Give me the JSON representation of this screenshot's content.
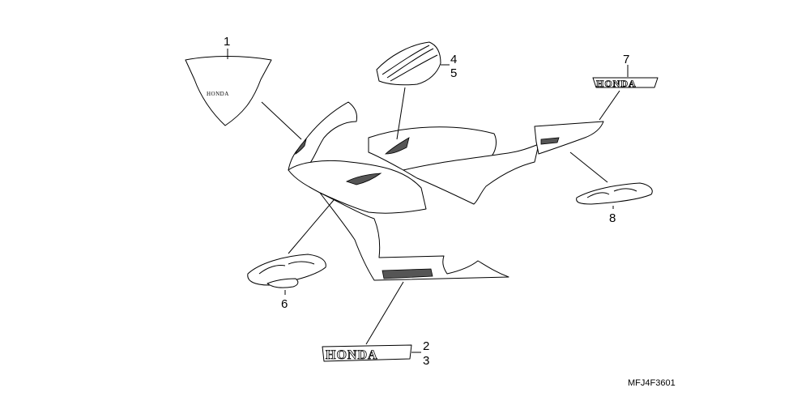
{
  "diagram_code": "MFJ4F3601",
  "callouts": {
    "c1": "1",
    "c2": "2",
    "c3": "3",
    "c4": "4",
    "c5": "5",
    "c6": "6",
    "c7": "7",
    "c8": "8"
  },
  "emblems": {
    "windscreen_logo": "HONDA",
    "lower_cowl_logo": "HONDA",
    "tail_logo": "HONDA"
  }
}
